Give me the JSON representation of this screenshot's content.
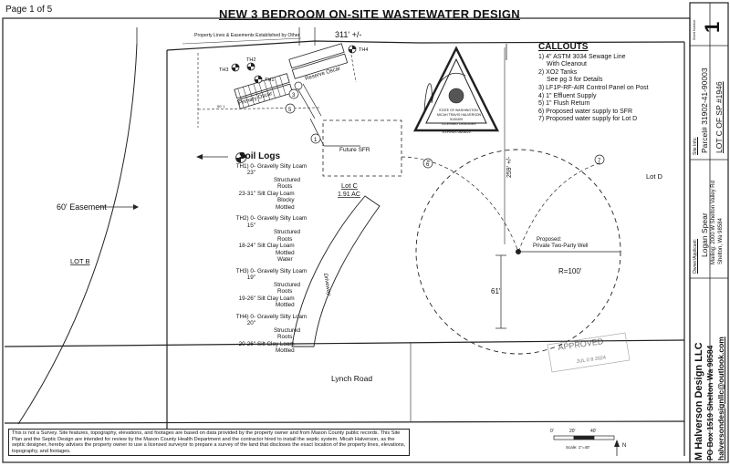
{
  "page_label": "Page 1 of 5",
  "title": "NEW 3 BEDROOM ON-SITE WASTEWATER DESIGN",
  "property_lines_note": "Property Lines & Easements Established by Other",
  "dims": {
    "top_dim": "311' +/-",
    "vertical_dim": "259' +/-",
    "radius": "R=100'",
    "well_offset": "61'",
    "easement": "60' Easement",
    "side_offset": "50' 1"
  },
  "labels": {
    "lot_b": "LOT B",
    "lot_c": "Lot C",
    "lot_c_area": "1.91 AC",
    "lot_d": "Lot D",
    "future_sfr": "Future SFR",
    "driveway": "Driveway",
    "road": "Lynch Road",
    "proposed_well_1": "Proposed:",
    "proposed_well_2": "Private Two-Party Well",
    "primary_oscar": "Primary Oscar",
    "reserve_oscar": "Reserve Oscar",
    "th1": "TH1",
    "th2": "TH2",
    "th3": "TH3",
    "th4": "TH4",
    "approved": "APPROVED",
    "approved_date": "JUL 0 8 2024"
  },
  "callouts": {
    "heading": "CALLOUTS",
    "items": [
      "1) 4\" ASTM 3034 Sewage Line",
      "With Cleanout",
      "2) XO2 Tanks",
      "See pg 3 for Details",
      "3) LF1P-RF-AIR Control Panel on Post",
      "4) 1\" Effluent Supply",
      "5) 1\" Flush Return",
      "6) Proposed water supply to SFR",
      "7) Proposed water supply for Lot D"
    ]
  },
  "soil_logs": {
    "heading": "Soil Logs",
    "logs": [
      {
        "depth": "TH1) 0-23\"",
        "lines": [
          "Gravelly Silty Loam",
          "Structured",
          "Roots"
        ]
      },
      {
        "depth": "23-31\"",
        "lines": [
          "Silt Clay Loam",
          "Blocky",
          "Mottled"
        ]
      },
      {
        "depth": "TH2) 0-15\"",
        "lines": [
          "Gravelly Silty Loam",
          "Structured",
          "Roots"
        ]
      },
      {
        "depth": "18-24\"",
        "lines": [
          "Silt Clay Loam",
          "Mottled",
          "Water"
        ]
      },
      {
        "depth": "TH3) 0-19\"",
        "lines": [
          "Gravelly Silty Loam",
          "Structured",
          "Roots"
        ]
      },
      {
        "depth": "19-26\"",
        "lines": [
          "Silt Clay Loam",
          "Mottled"
        ]
      },
      {
        "depth": "TH4) 0-20\"",
        "lines": [
          "Gravelly Silty Loam",
          "Structured",
          "Roots"
        ]
      },
      {
        "depth": "20-26\"",
        "lines": [
          "Silt Clay Loam",
          "Mottled"
        ]
      }
    ]
  },
  "stamp": {
    "line1": "STATE OF WASHINGTON",
    "line2": "MICAH TRAVIS HALVERSON",
    "line3": "5100409",
    "line4": "LICENSED DESIGNER",
    "line5": "EXPIRES 08/08/25"
  },
  "disclaimer": "This is not a Survey. Site features, topography, elevations, and footages are based on data provided by the property owner and from Mason County public records. This Site Plan and the Septic Design are intended for review by the Mason County Health Department and the contractor hired to install the septic system. Micah Halverson, as the septic designer, hereby advises the property owner to use a licensed surveyor to prepare a survey of the land that discloses the exact location of the property lines, elevations, topography, and footages.",
  "scale": {
    "ticks": [
      "0'",
      "20'",
      "40'"
    ],
    "label": "Scale: 1\"=40'"
  },
  "north": "N",
  "title_block": {
    "company": "M Halverson Design LLC",
    "address": "PO Box 1519 Shelton Wa 98584",
    "email": "halversondesignllc@outlook.com",
    "client_label": "Owner/Applicant:",
    "client_name": "Logan Spear",
    "mailing": "Mailing: 2000 W Shelton Valley Rd",
    "city": "Shelton, Wa 98584",
    "site_label": "Site Info:",
    "parcel": "Parcel# 31902-41-90003",
    "lot": "LOT C OF SP #1946",
    "sheet_no": "1",
    "sheet_caption": "Sheet Number"
  }
}
